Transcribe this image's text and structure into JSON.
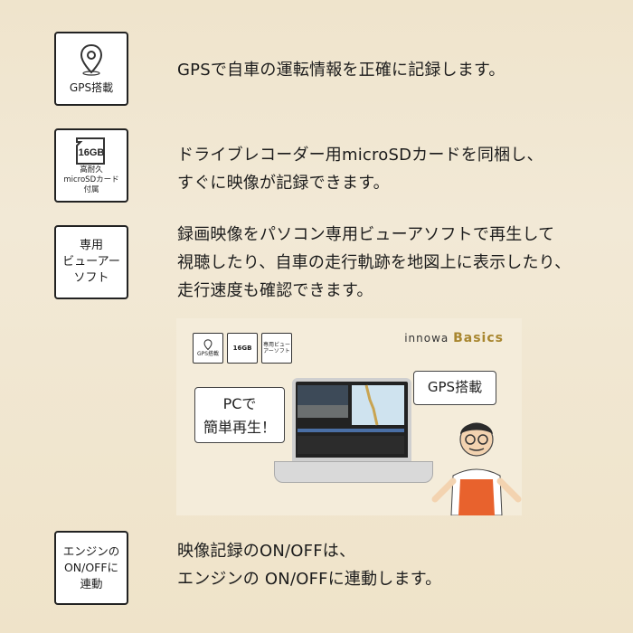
{
  "features": [
    {
      "icon": "location-pin-icon",
      "label_lines": [
        "GPS搭載"
      ],
      "text_lines": [
        "GPSで自車の運転情報を正確に記録します。"
      ]
    },
    {
      "icon": "sd-card-icon",
      "icon_text": "16GB",
      "label_lines": [
        "高耐久",
        "microSDカード",
        "付属"
      ],
      "text_lines": [
        "ドライブレコーダー用microSDカードを同梱し、",
        "すぐに映像が記録できます。"
      ]
    },
    {
      "label_lines": [
        "専用",
        "ビューアー",
        "ソフト"
      ],
      "text_lines": [
        "録画映像をパソコン専用ビューアソフトで再生して",
        "視聴したり、自車の走行軌跡を地図上に表示したり、",
        "走行速度も確認できます。"
      ]
    },
    {
      "label_lines": [
        "エンジンの",
        "ON/OFFに",
        "連動"
      ],
      "text_lines": [
        "映像記録のON/OFFは、",
        "エンジンの ON/OFFに連動します。"
      ]
    }
  ],
  "banner": {
    "brand_prefix": "innowa",
    "brand_suffix": "Basics",
    "bubble_gps": "GPS搭載",
    "bubble_pc_lines": [
      "PCで",
      "簡単再生！"
    ],
    "mini_labels": [
      "GPS搭載",
      "16GB",
      "専用ビューアーソフト"
    ]
  },
  "colors": {
    "background": "#efe4cc",
    "brand_accent": "#a8862f"
  }
}
